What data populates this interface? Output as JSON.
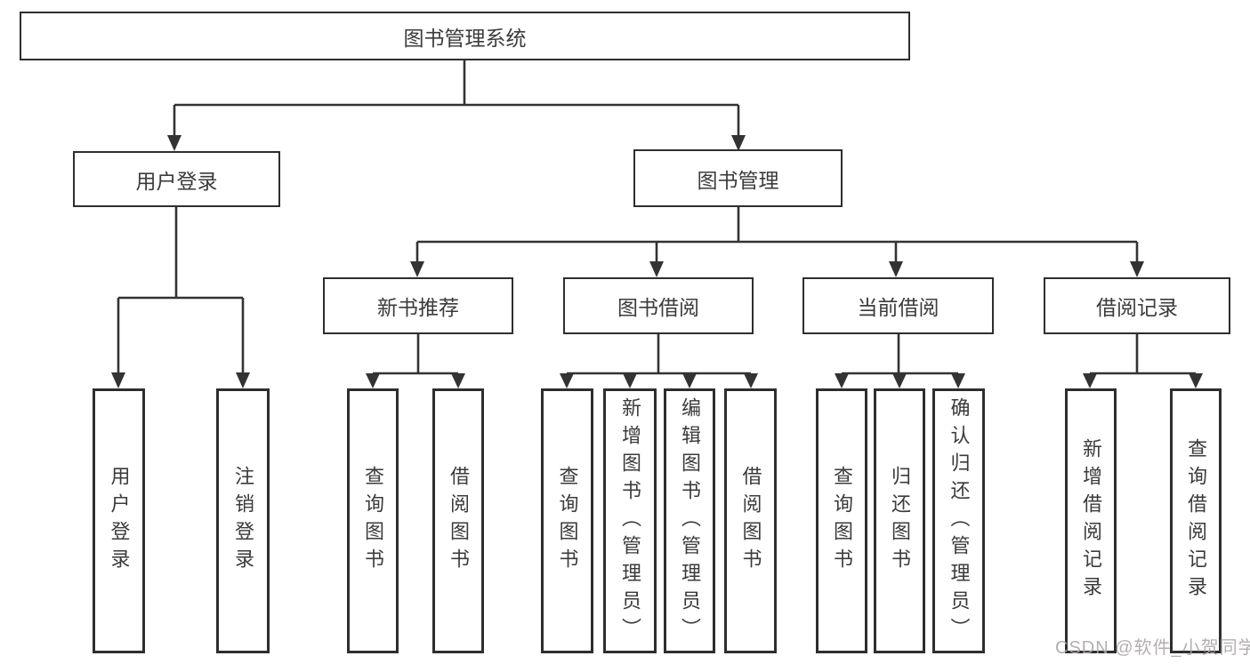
{
  "hierarchy": {
    "root": {
      "label": "图书管理系统",
      "children": [
        {
          "label": "用户登录",
          "children": [
            {
              "label": "用户登录"
            },
            {
              "label": "注销登录"
            }
          ]
        },
        {
          "label": "图书管理",
          "children": [
            {
              "label": "新书推荐",
              "children": [
                {
                  "label": "查询图书"
                },
                {
                  "label": "借阅图书"
                }
              ]
            },
            {
              "label": "图书借阅",
              "children": [
                {
                  "label": "查询图书"
                },
                {
                  "label": "新增图书（管理员）"
                },
                {
                  "label": "编辑图书（管理员）"
                },
                {
                  "label": "借阅图书"
                }
              ]
            },
            {
              "label": "当前借阅",
              "children": [
                {
                  "label": "查询图书"
                },
                {
                  "label": "归还图书"
                },
                {
                  "label": "确认归还（管理员）"
                }
              ]
            },
            {
              "label": "借阅记录",
              "children": [
                {
                  "label": "新增借阅记录"
                },
                {
                  "label": "查询借阅记录"
                }
              ]
            }
          ]
        }
      ]
    }
  },
  "watermark": {
    "text": "CSDN @软件_小贺同学"
  },
  "colors": {
    "background": "#ffffff",
    "line": "#333333",
    "box_border": "#2e2e2e",
    "box_fill": "#ffffff",
    "text": "#3b3b3b",
    "watermark": "#aca6a6"
  }
}
